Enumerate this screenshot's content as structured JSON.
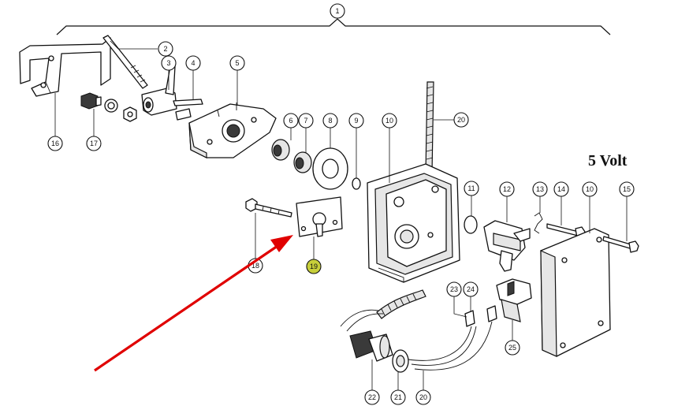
{
  "diagram": {
    "voltage_label": "5  Volt",
    "highlight_color": "#c7cf3a",
    "arrow_color": "#e00000",
    "callouts": [
      {
        "id": "c1",
        "label": "1"
      },
      {
        "id": "c2",
        "label": "2"
      },
      {
        "id": "c3",
        "label": "3"
      },
      {
        "id": "c4",
        "label": "4"
      },
      {
        "id": "c5",
        "label": "5"
      },
      {
        "id": "c6",
        "label": "6"
      },
      {
        "id": "c7",
        "label": "7"
      },
      {
        "id": "c8",
        "label": "8"
      },
      {
        "id": "c9",
        "label": "9"
      },
      {
        "id": "c10a",
        "label": "10"
      },
      {
        "id": "c20a",
        "label": "20"
      },
      {
        "id": "c16",
        "label": "16"
      },
      {
        "id": "c17",
        "label": "17"
      },
      {
        "id": "c18",
        "label": "18"
      },
      {
        "id": "c19",
        "label": "19"
      },
      {
        "id": "c11",
        "label": "11"
      },
      {
        "id": "c12",
        "label": "12"
      },
      {
        "id": "c13",
        "label": "13"
      },
      {
        "id": "c14",
        "label": "14"
      },
      {
        "id": "c10b",
        "label": "10"
      },
      {
        "id": "c15",
        "label": "15"
      },
      {
        "id": "c23",
        "label": "23"
      },
      {
        "id": "c24",
        "label": "24"
      },
      {
        "id": "c25",
        "label": "25"
      },
      {
        "id": "c22",
        "label": "22"
      },
      {
        "id": "c21",
        "label": "21"
      },
      {
        "id": "c20b",
        "label": "20"
      }
    ]
  }
}
